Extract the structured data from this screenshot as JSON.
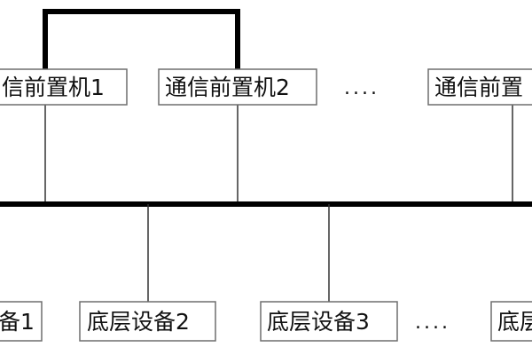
{
  "front_processors": [
    {
      "label": "信前置机1"
    },
    {
      "label": "通信前置机2"
    },
    {
      "label": "通信前置"
    }
  ],
  "front_ellipsis": "....",
  "devices": [
    {
      "label": "备1"
    },
    {
      "label": "底层设备2"
    },
    {
      "label": "底层设备3"
    },
    {
      "label": "底层"
    }
  ],
  "device_ellipsis": "....",
  "colors": {
    "bus": "#000000",
    "box_border": "#6e6e6e",
    "text": "#111111"
  }
}
